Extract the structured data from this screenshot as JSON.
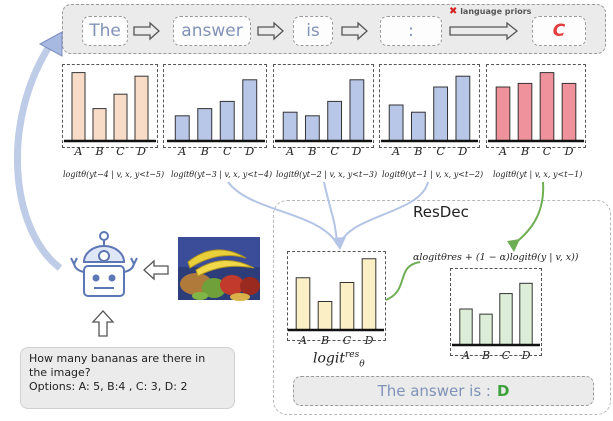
{
  "sequence": {
    "tokens": [
      "The",
      "answer",
      "is",
      ":"
    ],
    "prior_label": "language priors",
    "prior_mark": "✖",
    "output_token": "C"
  },
  "chart_data": [
    {
      "type": "bar",
      "categories": [
        "A",
        "B",
        "C",
        "D"
      ],
      "values": [
        9.5,
        4.5,
        6.5,
        9.0
      ],
      "ylim": [
        0,
        10
      ],
      "color": "#f9dcc8",
      "caption": "logitθ(yt−4 | v, x, y<t−5)"
    },
    {
      "type": "bar",
      "categories": [
        "A",
        "B",
        "C",
        "D"
      ],
      "values": [
        3.5,
        4.5,
        5.5,
        8.5
      ],
      "ylim": [
        0,
        10
      ],
      "color": "#b8c6e8",
      "caption": "logitθ(yt−3 | v, x, y<t−4)"
    },
    {
      "type": "bar",
      "categories": [
        "A",
        "B",
        "C",
        "D"
      ],
      "values": [
        4.0,
        3.5,
        5.5,
        8.5
      ],
      "ylim": [
        0,
        10
      ],
      "color": "#b8c6e8",
      "caption": "logitθ(yt−2 | v, x, y<t−3)"
    },
    {
      "type": "bar",
      "categories": [
        "A",
        "B",
        "C",
        "D"
      ],
      "values": [
        5.0,
        4.0,
        7.5,
        9.0
      ],
      "ylim": [
        0,
        10
      ],
      "color": "#b8c6e8",
      "caption": "logitθ(yt−1 | v, x, y<t−2)"
    },
    {
      "type": "bar",
      "categories": [
        "A",
        "B",
        "C",
        "D"
      ],
      "values": [
        7.5,
        8.0,
        9.5,
        8.0
      ],
      "ylim": [
        0,
        10
      ],
      "color": "#f0929b",
      "caption": "logitθ(yt | v, x, y<t−1)"
    },
    {
      "type": "bar",
      "categories": [
        "A",
        "B",
        "C",
        "D"
      ],
      "values": [
        5.5,
        3.0,
        5.0,
        7.5
      ],
      "ylim": [
        0,
        8
      ],
      "color": "#fbefc5",
      "caption": ""
    },
    {
      "type": "bar",
      "categories": [
        "A",
        "B",
        "C",
        "D"
      ],
      "values": [
        3.5,
        3.0,
        5.0,
        6.0
      ],
      "ylim": [
        0,
        7
      ],
      "color": "#ddeed8",
      "caption": ""
    }
  ],
  "resdec": {
    "label": "ResDec",
    "formula": "αlogitθres + (1 − α)logitθ(y | v, x))",
    "res_logit_base": "logit",
    "res_logit_sup": "res",
    "res_logit_sub": "θ",
    "final_prefix": "The answer is :",
    "final_answer": "D"
  },
  "question": {
    "lines": [
      "How many bananas are there in",
      "the image?",
      "Options: A: 5, B:4 , C: 3, D: 2"
    ]
  },
  "colors": {
    "peach": "#f9dcc8",
    "blue": "#b8c6e8",
    "red": "#f0929b",
    "cream": "#fbefc5",
    "green": "#ddeed8",
    "token_text": "#8193b6",
    "answer_red": "#e43c3c",
    "answer_green": "#3da23d",
    "arrow_blue": "#b4c4e6",
    "arrow_green": "#6fae54"
  }
}
